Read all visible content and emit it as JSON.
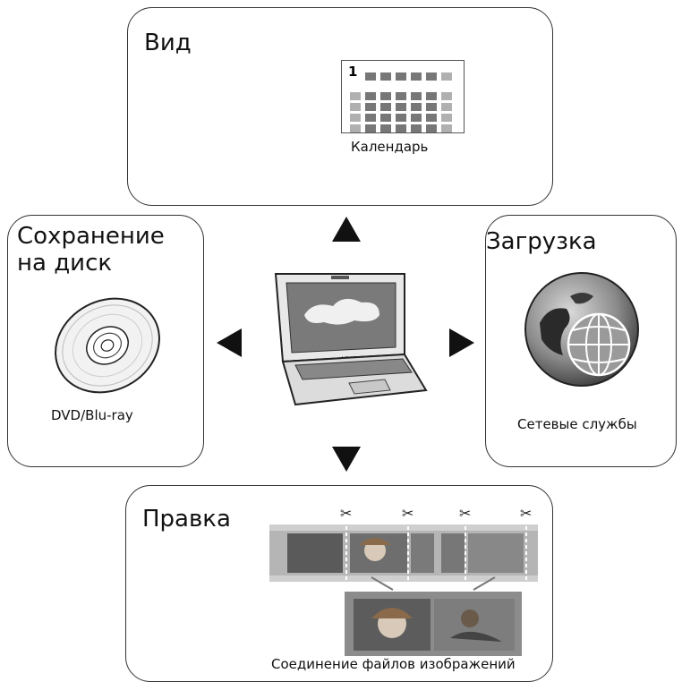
{
  "panels": {
    "view": {
      "title": "Вид",
      "caption": "Календарь",
      "calendar_day": "1"
    },
    "save": {
      "title_line1": "Сохранение",
      "title_line2": "на диск",
      "caption": "DVD/Blu-ray"
    },
    "upload": {
      "title": "Загрузка",
      "caption": "Сетевые службы"
    },
    "edit": {
      "title": "Правка",
      "caption": "Соединение файлов изображений"
    }
  },
  "laptop": {
    "brand": "VAIO"
  }
}
